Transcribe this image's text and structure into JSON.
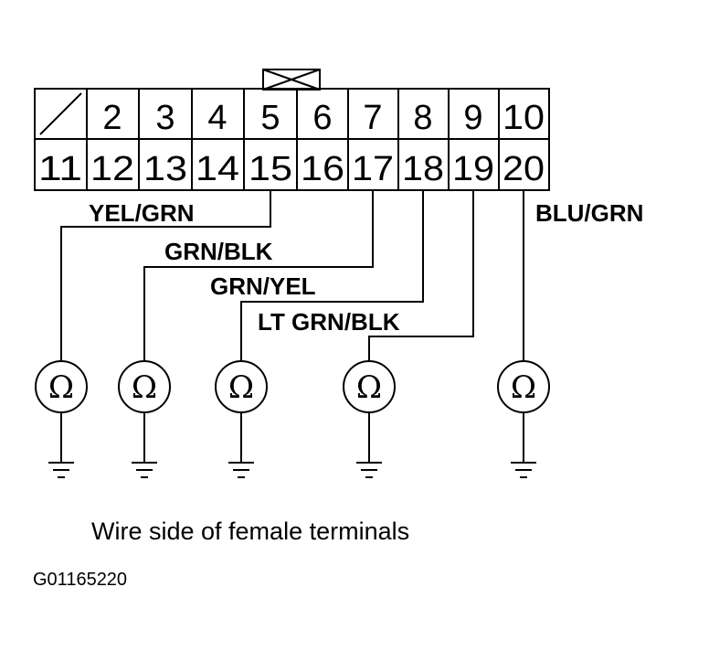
{
  "connector": {
    "row1": [
      "",
      "2",
      "3",
      "4",
      "5",
      "6",
      "7",
      "8",
      "9",
      "10"
    ],
    "row2": [
      "11",
      "12",
      "13",
      "14",
      "15",
      "16",
      "17",
      "18",
      "19",
      "20"
    ]
  },
  "wires": [
    {
      "label": "YEL/GRN"
    },
    {
      "label": "GRN/BLK"
    },
    {
      "label": "GRN/YEL"
    },
    {
      "label": "LT GRN/BLK"
    },
    {
      "label": "BLU/GRN"
    }
  ],
  "meter_symbol": "Ω",
  "caption": "Wire side of female terminals",
  "figure_code": "G01165220"
}
